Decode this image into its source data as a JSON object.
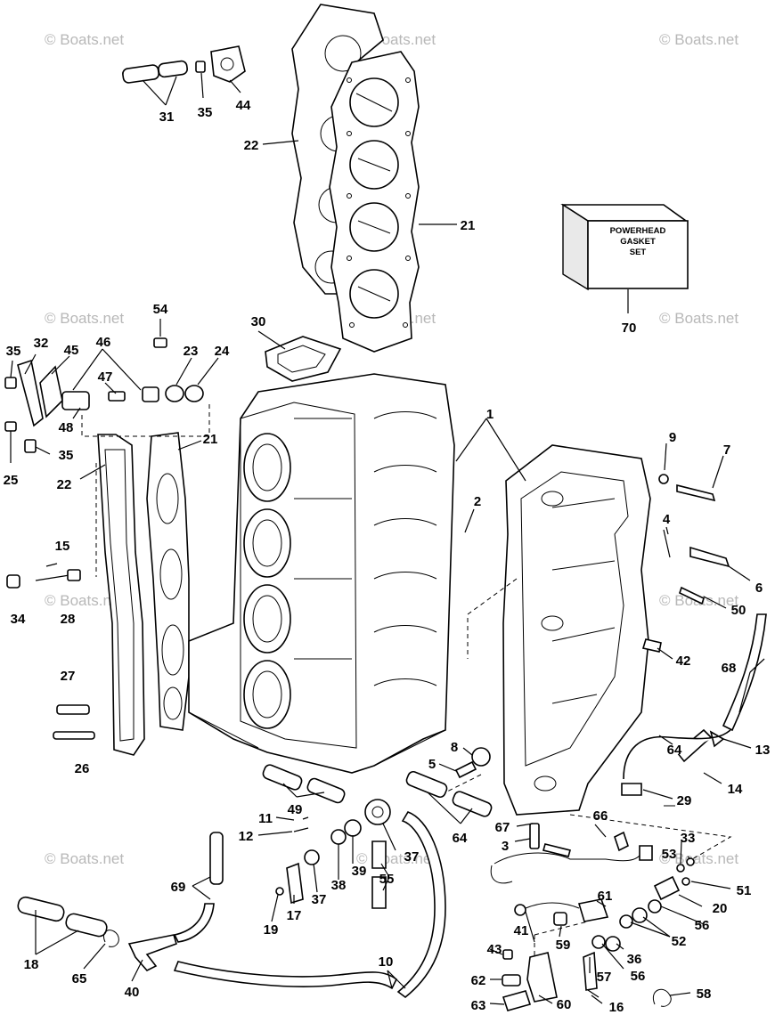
{
  "watermark": "© Boats.net",
  "kit_label": [
    "POWERHEAD",
    "GASKET",
    "SET"
  ],
  "callouts": {
    "c1": "1",
    "c2": "2",
    "c3": "3",
    "c4": "4",
    "c5": "5",
    "c6": "6",
    "c7": "7",
    "c8": "8",
    "c9": "9",
    "c10": "10",
    "c11": "11",
    "c12": "12",
    "c13": "13",
    "c14": "14",
    "c15": "15",
    "c16": "16",
    "c17": "17",
    "c18": "18",
    "c19": "19",
    "c20": "20",
    "c21a": "21",
    "c21b": "21",
    "c22a": "22",
    "c22b": "22",
    "c23": "23",
    "c24": "24",
    "c25": "25",
    "c26": "26",
    "c27": "27",
    "c28": "28",
    "c29": "29",
    "c30": "30",
    "c31": "31",
    "c32": "32",
    "c33": "33",
    "c34": "34",
    "c35a": "35",
    "c35b": "35",
    "c35c": "35",
    "c36": "36",
    "c37a": "37",
    "c37b": "37",
    "c38": "38",
    "c39": "39",
    "c40": "40",
    "c41": "41",
    "c42": "42",
    "c43": "43",
    "c44": "44",
    "c45": "45",
    "c46": "46",
    "c47": "47",
    "c48": "48",
    "c49": "49",
    "c50": "50",
    "c51": "51",
    "c52": "52",
    "c53": "53",
    "c54": "54",
    "c55": "55",
    "c56a": "56",
    "c56b": "56",
    "c57": "57",
    "c58": "58",
    "c59": "59",
    "c60": "60",
    "c61": "61",
    "c62": "62",
    "c63": "63",
    "c64a": "64",
    "c64b": "64",
    "c65": "65",
    "c66": "66",
    "c67": "67",
    "c68": "68",
    "c69": "69",
    "c70": "70"
  }
}
